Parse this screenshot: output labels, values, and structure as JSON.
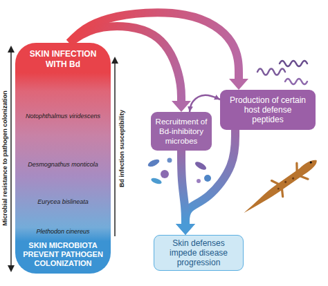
{
  "diagram": {
    "nodes": [
      {
        "text": [
          "SKIN INFECTION WITH Bd",
          "SKIN MICROBIOTA PREVENT PATHOGEN COLONIZATION"
        ]
      },
      {
        "text": [
          "Production of certain host defense peptides"
        ]
      },
      {
        "text": [
          "Recruitment of Bd-inhibitory microbes"
        ]
      },
      {
        "text": [
          "Skin defenses impede disease progression"
        ]
      }
    ],
    "edges": [
      {
        "from": 0,
        "to": 1,
        "arrow": "to"
      },
      {
        "from": 0,
        "to": 2,
        "arrow": "to"
      },
      {
        "from": 1,
        "to": 2,
        "arrow": "both"
      },
      {
        "from": 1,
        "to": 3,
        "arrow": "to"
      },
      {
        "from": 2,
        "to": 3,
        "arrow": "to"
      }
    ],
    "labels": [
      "Notophthalmus viridescens",
      "Desmognathus monticola",
      "Eurycea bislineata",
      "Plethodon cinereus",
      "Microbial resistance to pathogen colonization",
      "Bd infection susceptibility"
    ]
  }
}
